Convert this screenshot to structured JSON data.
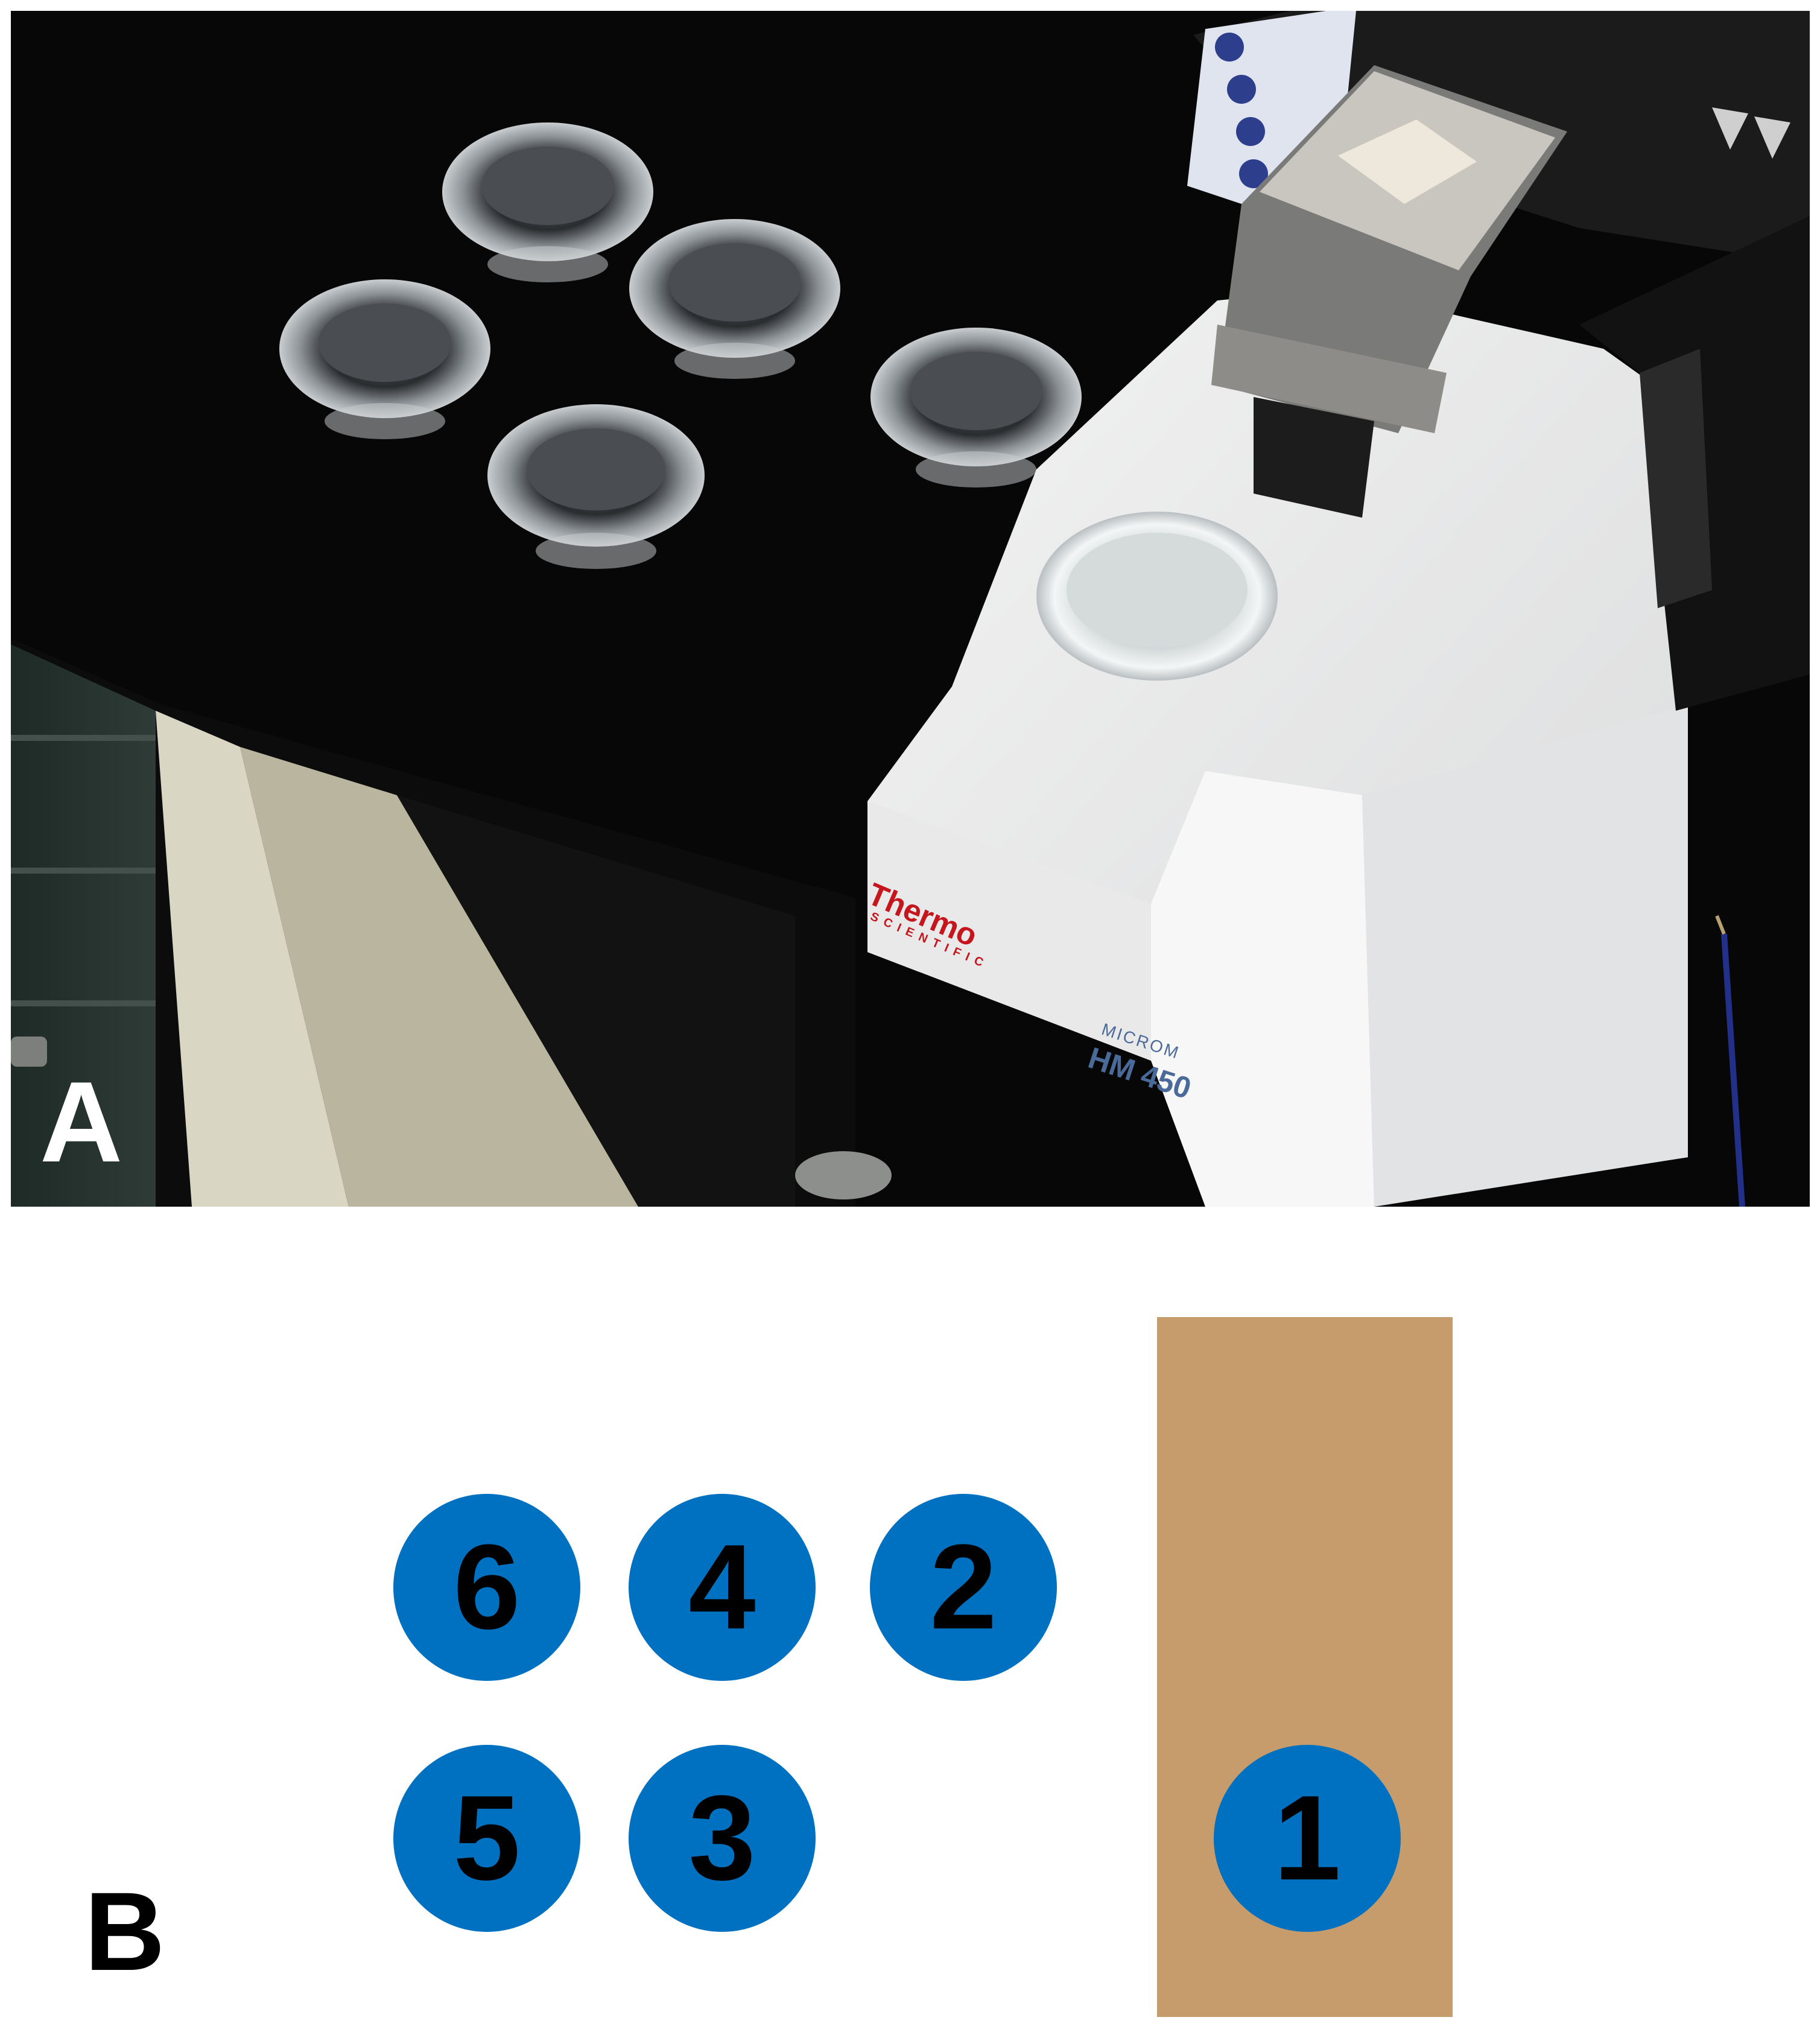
{
  "panel_a": {
    "label": "A",
    "brand_logo": "Thermo",
    "brand_logo_subtitle": "SCIENTIFIC",
    "model_brand": "MICROM",
    "model_name": "HM 450"
  },
  "panel_b": {
    "label": "B",
    "positions": [
      "1",
      "2",
      "3",
      "4",
      "5",
      "6"
    ],
    "colors": {
      "circle": "#0070c0",
      "tray": "#c69c6d",
      "numeral": "#000000"
    }
  }
}
